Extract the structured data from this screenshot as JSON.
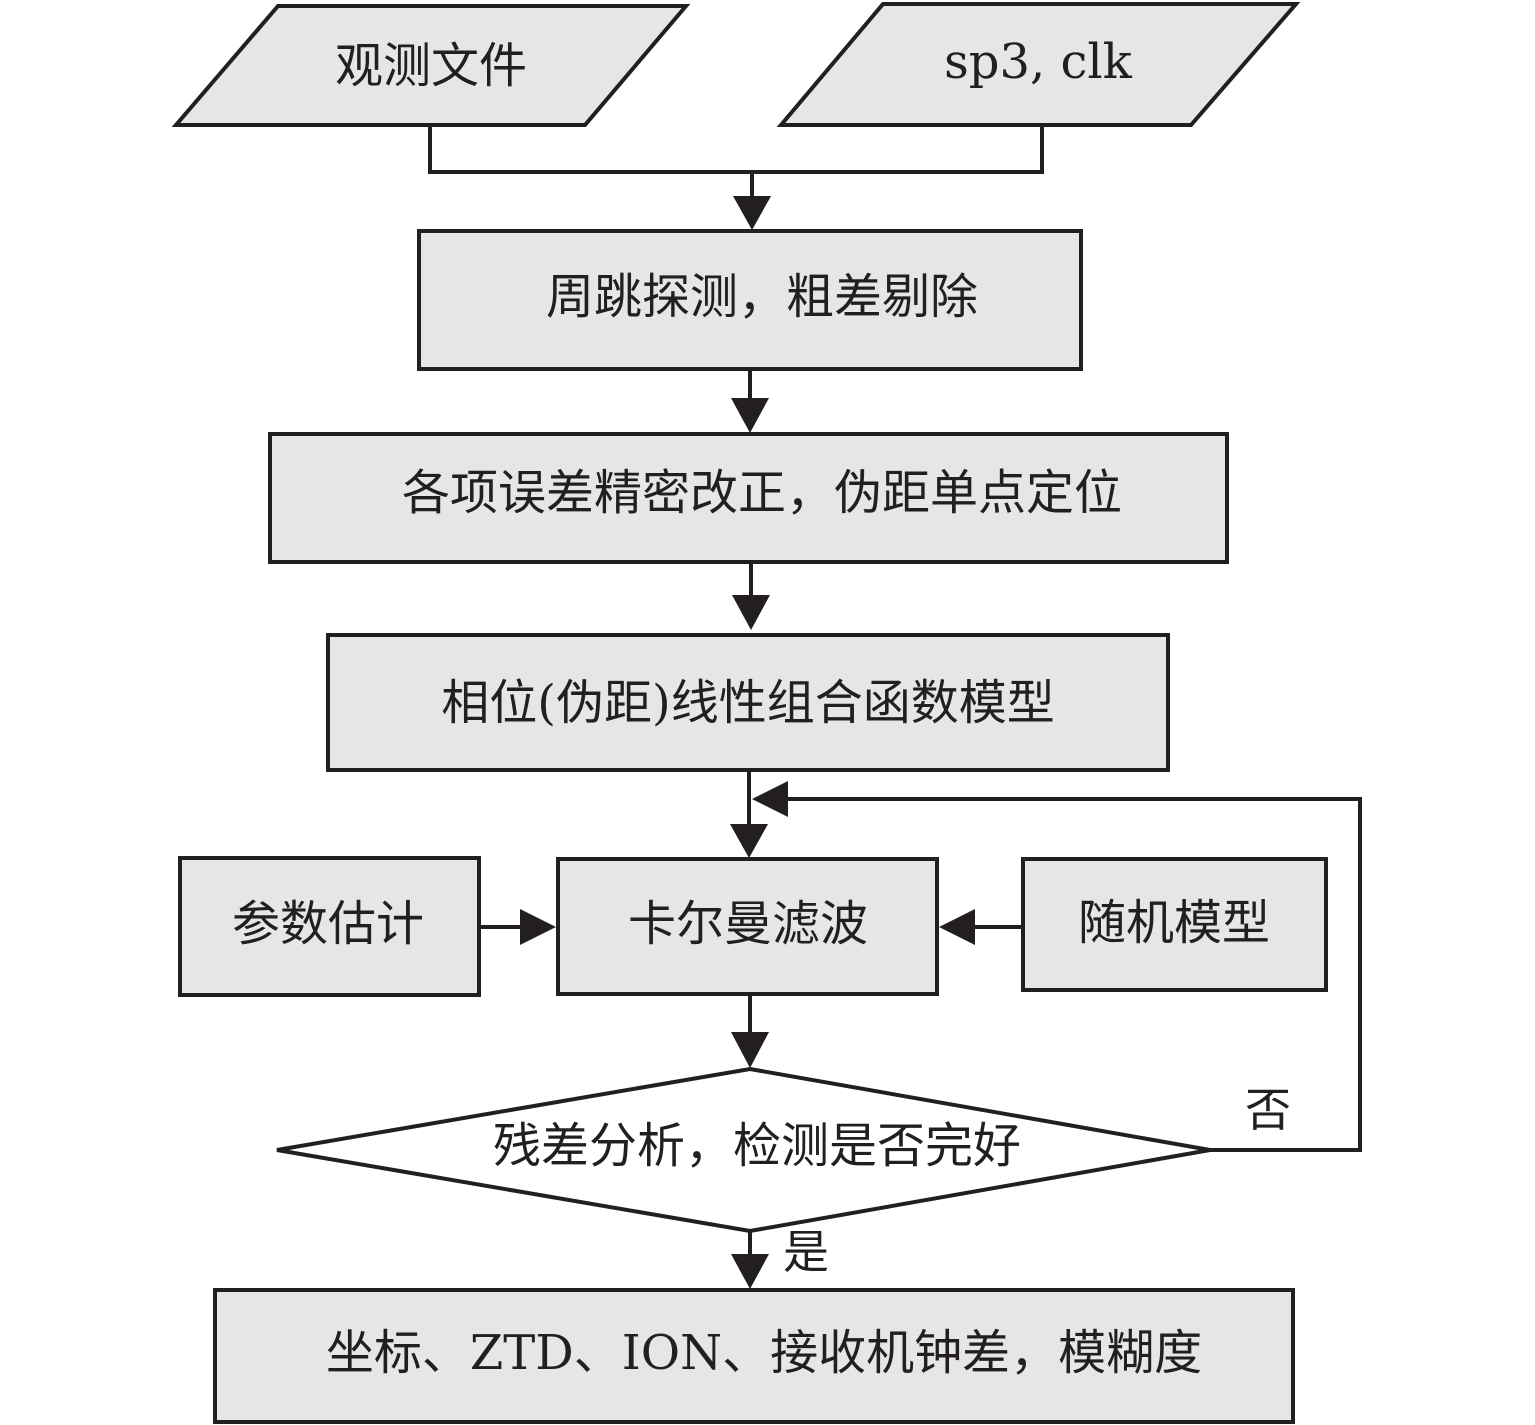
{
  "nodes": {
    "observation_file": "观测文件",
    "sp3_clk": "sp3, clk",
    "cycle_slip": "周跳探测，粗差剔除",
    "error_correction": "各项误差精密改正，伪距单点定位",
    "functional_model": "相位(伪距)线性组合函数模型",
    "parameter_estimation": "参数估计",
    "kalman_filter": "卡尔曼滤波",
    "stochastic_model": "随机模型",
    "residual_analysis": "残差分析，检测是否完好",
    "output": "坐标、ZTD、ION、接收机钟差，模糊度"
  },
  "edges": {
    "no_label": "否",
    "yes_label": "是"
  },
  "colors": {
    "box_fill": "#e6e6e6",
    "stroke": "#231f20",
    "text": "#231f20"
  }
}
